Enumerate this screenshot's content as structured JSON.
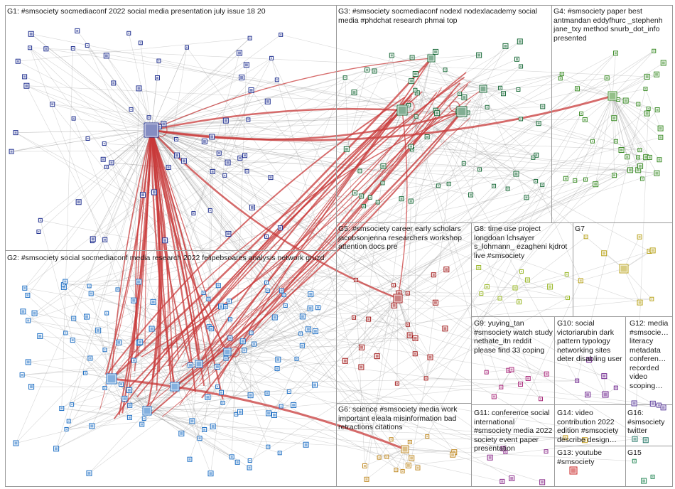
{
  "graph": {
    "groups": [
      {
        "id": "G1",
        "label": "G1: #smsociety socmediaconf 2022 social media presentation july issue 18 20"
      },
      {
        "id": "G2",
        "label": "G2: #smsociety social socmediaconf media research 2022 felipebsoares analysis network gruzd"
      },
      {
        "id": "G3",
        "label": "G3: #smsociety socmediaconf nodexl nodexlacademy social media #phdchat research phmai top"
      },
      {
        "id": "G4",
        "label": "G4: #smsociety paper best antmandan eddyfhurc _stephenh jane_txy method snurb_dot_info presented"
      },
      {
        "id": "G5",
        "label": "G5: #smsociety career early scholars jacobsonjenna researchers workshop attention docs pre"
      },
      {
        "id": "G6",
        "label": "G6: science #smsociety media work important eleala misinformation bad retractions citations"
      },
      {
        "id": "G7",
        "label": "G7"
      },
      {
        "id": "G8",
        "label": "G8: time use project longdoan lchsayer s_lohmann_ ezagheni kjdrot live #smsociety"
      },
      {
        "id": "G9",
        "label": "G9: yuying_tan #smsociety watch study nethate_itn reddit please find 33 coping"
      },
      {
        "id": "G10",
        "label": "G10: social victoriarubin dark pattern typology networking sites deter disabling user"
      },
      {
        "id": "G11",
        "label": "G11: conference social international #smsociety media 2022 society event paper presentation"
      },
      {
        "id": "G12",
        "label": "G12: media #smsocie… literacy metadata conferen… recorded video scoping…"
      },
      {
        "id": "G13",
        "label": "G13: youtube #smsociety"
      },
      {
        "id": "G14",
        "label": "G14: video contribution 2022 edition #smsociety describe design…"
      },
      {
        "id": "G15",
        "label": "G15"
      },
      {
        "id": "G16",
        "label": "G16: #smsociety twitter"
      }
    ],
    "colors": {
      "G1": "#1f2f8f",
      "G2": "#1e6fc4",
      "G3": "#1b6b3a",
      "G4": "#3c8c28",
      "G5": "#a01818",
      "G6": "#c08a24",
      "G7": "#b8a21a",
      "G8": "#9ab82a",
      "G9": "#a8287a",
      "G10": "#6a1f8a",
      "G11": "#8a2a8a",
      "G12": "#5a3a9a",
      "G13": "#c82020",
      "G14": "#c8a020",
      "G15": "#2a8a5a",
      "G16": "#2a7a6a",
      "hub_edge": "#c83a3a",
      "edge": "#8c8c8c",
      "box": "#9a9a9a"
    }
  }
}
